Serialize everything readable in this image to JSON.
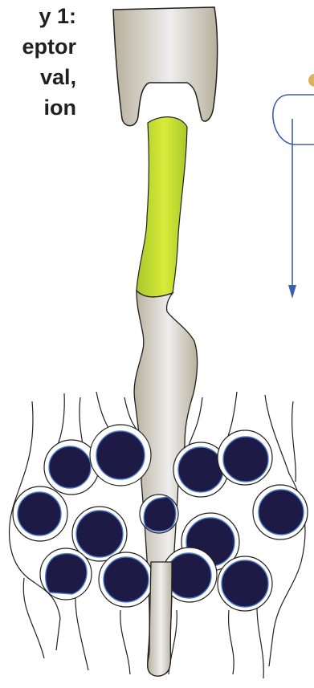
{
  "caption": {
    "lines": [
      "y 1:",
      "eptor",
      "val,",
      "ion"
    ]
  },
  "colors": {
    "outline": "#231f20",
    "stem_fill": "#c8c3b3",
    "stem_highlight": "#eeeeee",
    "segment_fill": "#b8d432",
    "nucleus_fill": "#1d1a45",
    "nucleus_ring": "#4a78c8",
    "arrow": "#3d5db0",
    "accent_dot": "#d9b25a"
  },
  "icons": {
    "arrow": "down-arrow-icon"
  }
}
